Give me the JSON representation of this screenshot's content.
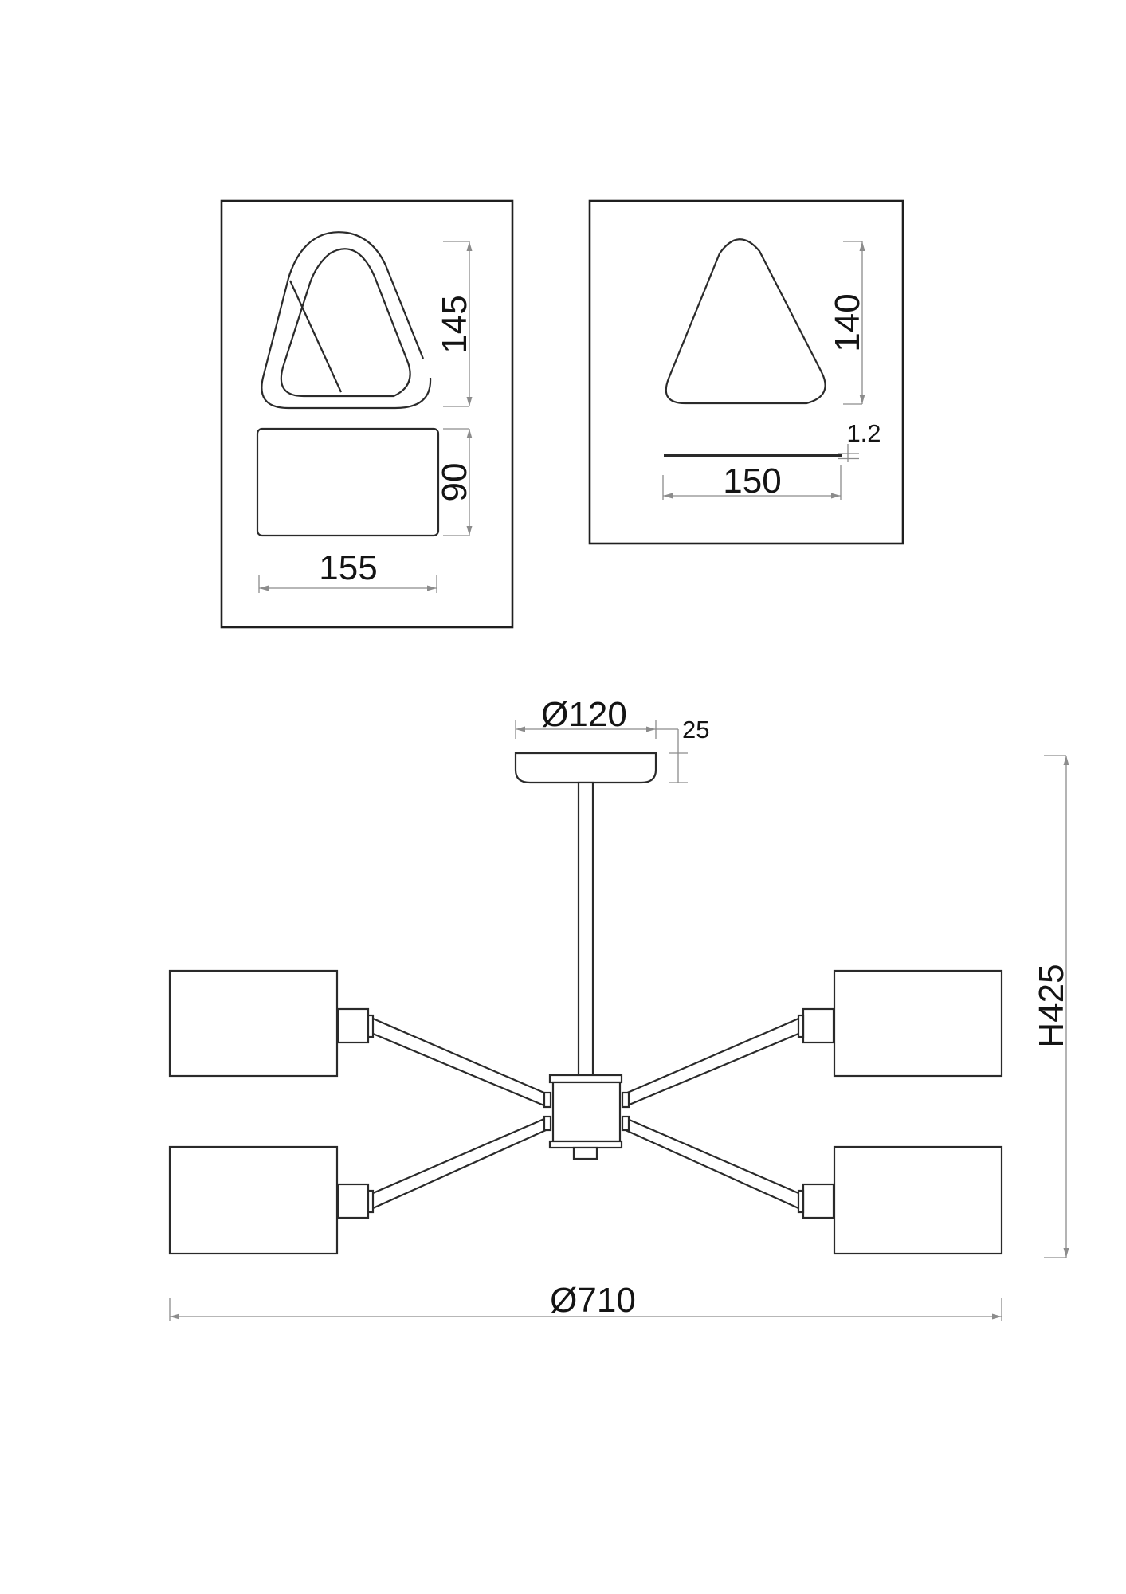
{
  "drawing": {
    "background": "#ffffff",
    "object_line_color": "#2a2a2a",
    "dimension_line_color": "#8c8c8c",
    "text_color": "#141414",
    "dimensions": {
      "triangle_left_height": "145",
      "bracket_height": "90",
      "bracket_width": "155",
      "triangle_right_height": "140",
      "glass_thickness": "1.2",
      "glass_width": "150",
      "canopy_diameter": "Ø120",
      "canopy_height": "25",
      "overall_height": "H425",
      "overall_diameter": "Ø710"
    }
  }
}
